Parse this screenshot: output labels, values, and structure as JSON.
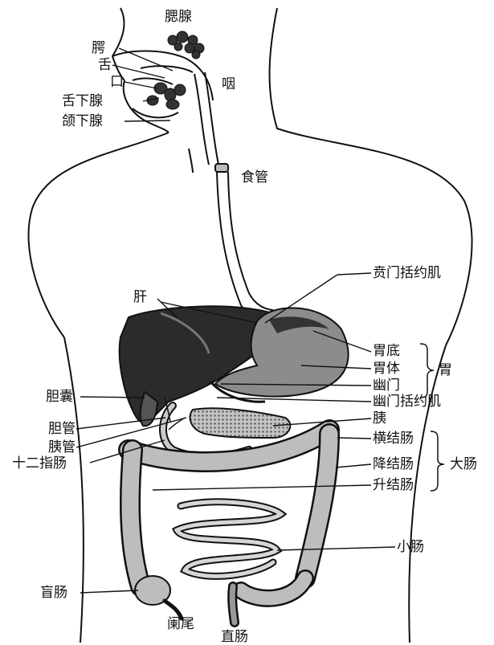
{
  "labels": {
    "parotid_gland": "腮腺",
    "palate": "腭",
    "tongue": "舌",
    "mouth": "口",
    "pharynx": "咽",
    "sublingual_gland": "舌下腺",
    "submandibular_gland": "颌下腺",
    "esophagus": "食管",
    "cardiac_sphincter": "贲门括约肌",
    "liver": "肝",
    "fundus": "胃底",
    "body": "胃体",
    "stomach": "胃",
    "pylorus": "幽门",
    "gallbladder": "胆囊",
    "pyloric_sphincter": "幽门括约肌",
    "pancreas": "胰",
    "bile_duct": "胆管",
    "pancreatic_duct": "胰管",
    "duodenum": "十二指肠",
    "transverse_colon": "横结肠",
    "descending_colon": "降结肠",
    "large_intestine": "大肠",
    "ascending_colon": "升结肠",
    "small_intestine": "小肠",
    "cecum": "盲肠",
    "appendix": "阑尾",
    "rectum": "直肠"
  },
  "colors": {
    "ink": "#111111",
    "organ_dark": "#2b2b2b",
    "organ_mid": "#8c8c8c",
    "organ_light": "#c9c9c9",
    "background": "#ffffff"
  }
}
